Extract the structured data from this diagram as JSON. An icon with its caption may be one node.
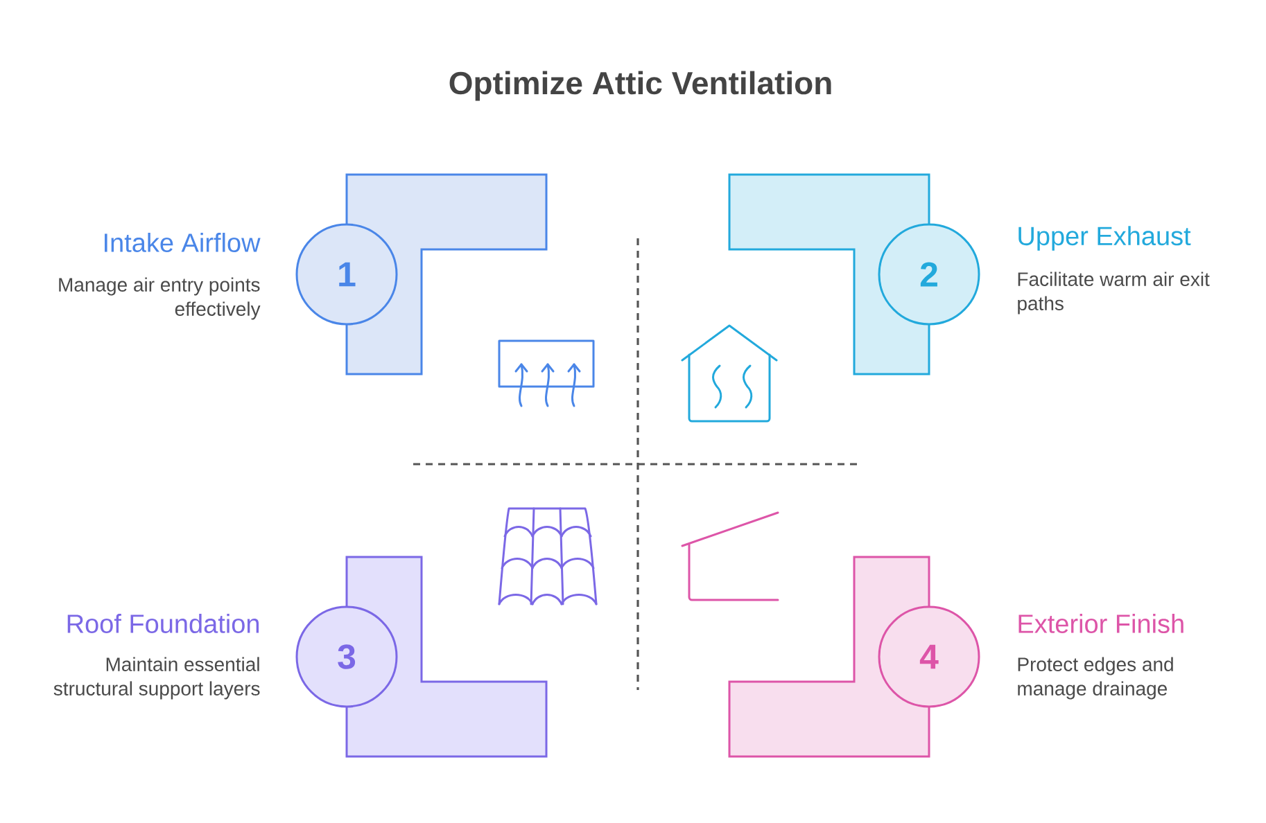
{
  "diagram": {
    "title": "Optimize Attic Ventilation",
    "nodes": [
      {
        "text": [
          "1"
        ],
        "beside": [
          "Intake Airflow",
          "Manage air entry points effectively"
        ]
      },
      {
        "text": [
          "2"
        ],
        "beside": [
          "Upper Exhaust",
          "Facilitate warm air exit paths"
        ]
      },
      {
        "text": [
          "3"
        ],
        "beside": [
          "Roof Foundation",
          "Maintain essential structural support layers"
        ]
      },
      {
        "text": [
          "4"
        ],
        "beside": [
          "Exterior Finish",
          "Protect edges and manage drainage"
        ]
      }
    ]
  }
}
